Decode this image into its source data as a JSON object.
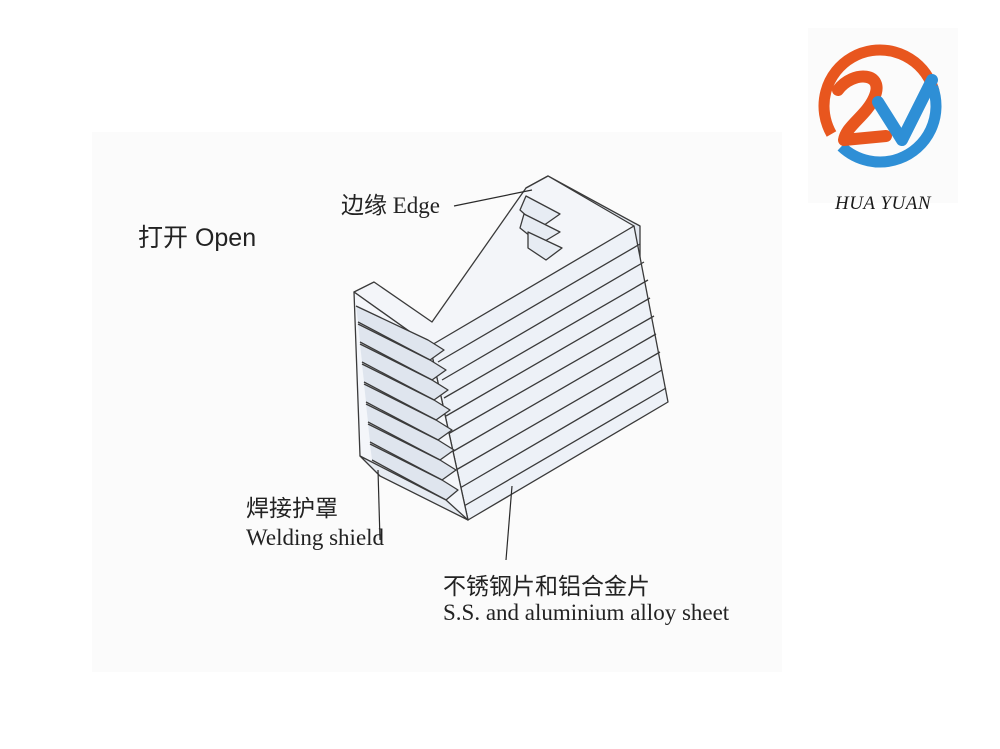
{
  "logo": {
    "brand_text": "HUA YUAN",
    "colors": {
      "orange": "#e8561e",
      "blue": "#2e8fd6"
    }
  },
  "labels": {
    "open": "打开 Open",
    "edge": "边缘 Edge",
    "welding_cn": "焊接护罩",
    "welding_en": "Welding shield",
    "sheet_cn": "不锈钢片和铝合金片",
    "sheet_en": "S.S. and aluminium alloy sheet"
  },
  "colors": {
    "outline": "#3a3a3a",
    "face": "#eef2f8",
    "face_shade": "#dfe5ee"
  }
}
